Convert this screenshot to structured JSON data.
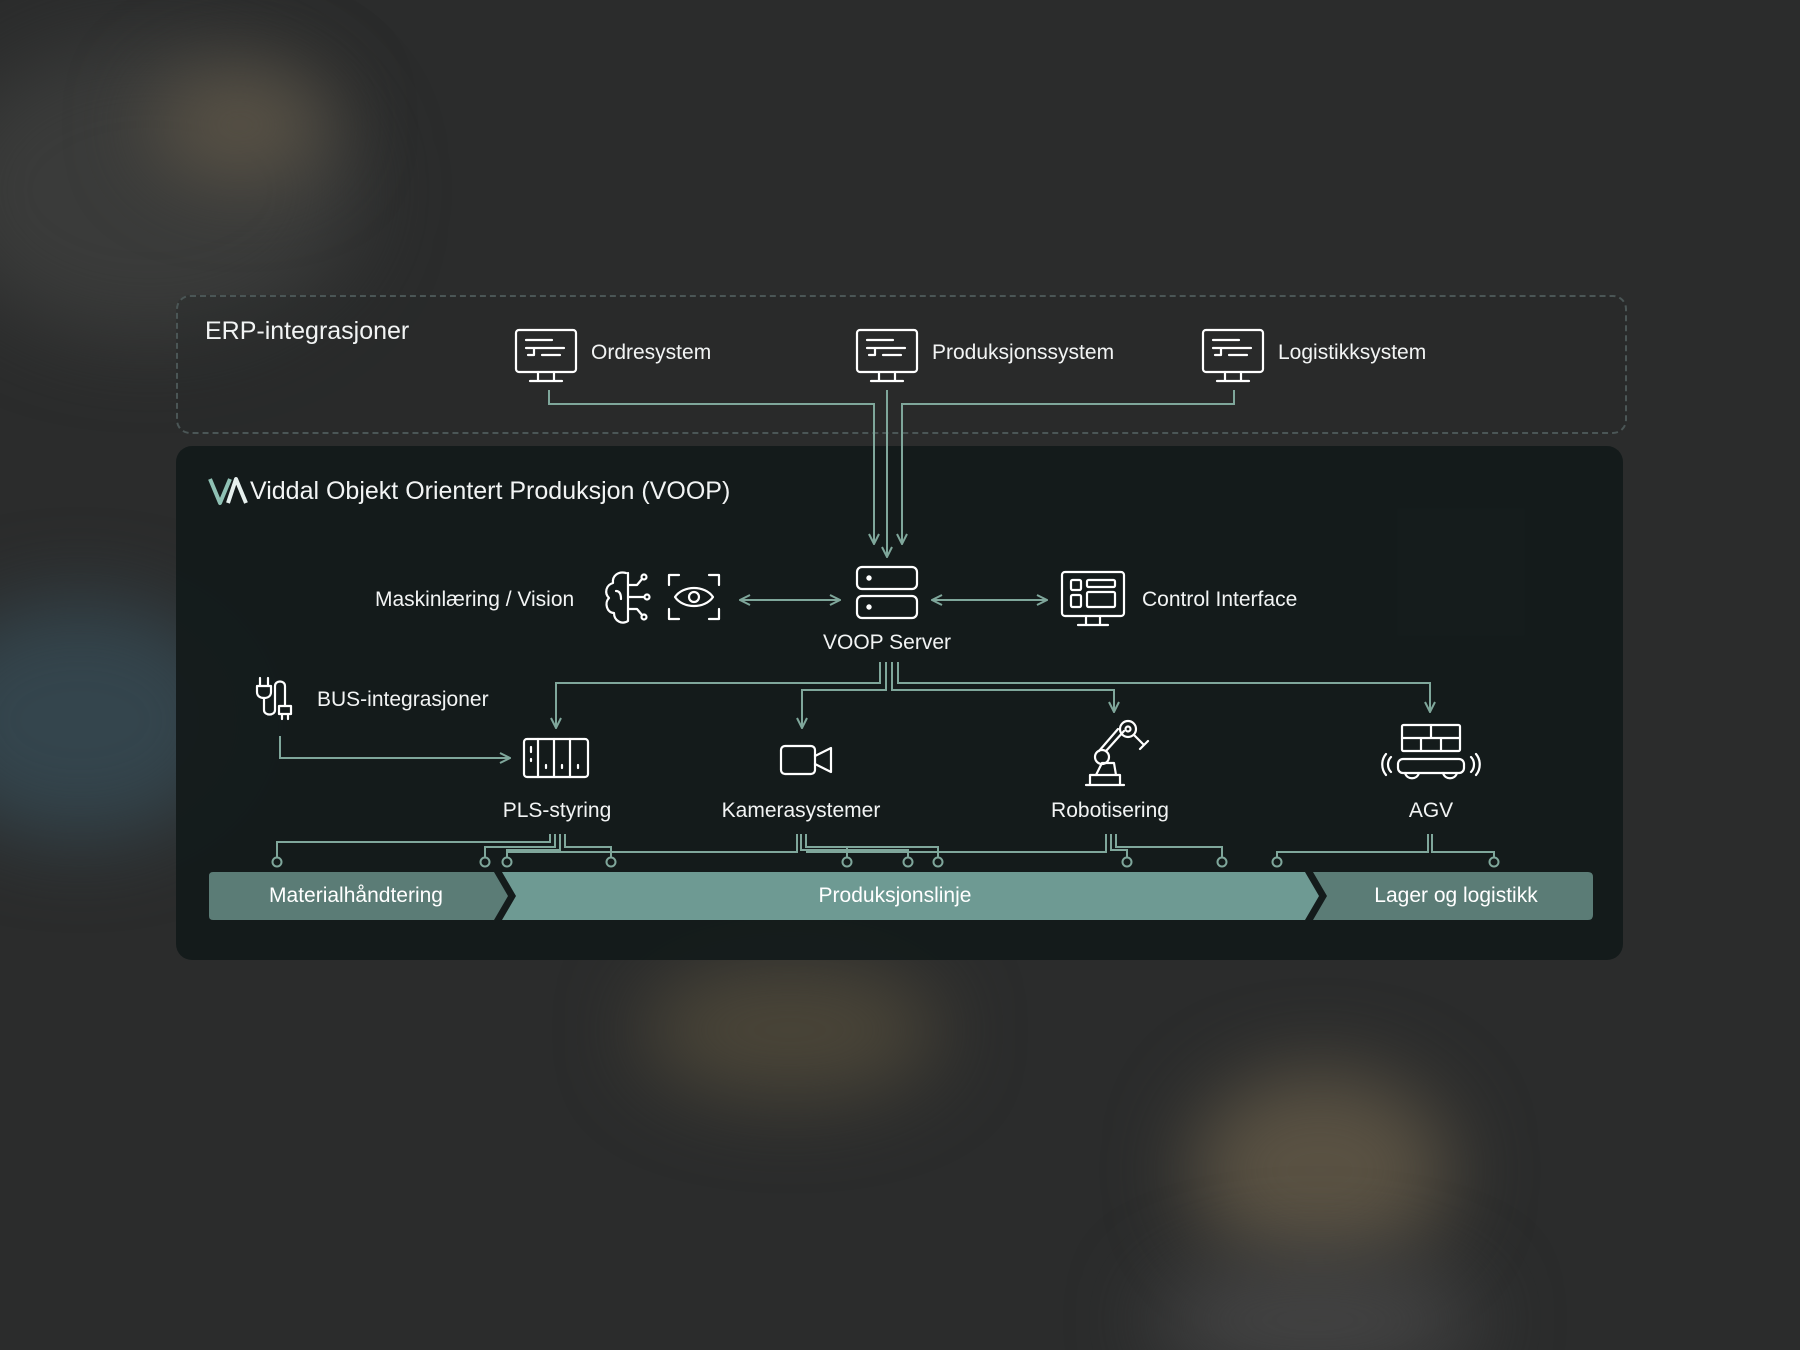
{
  "erp": {
    "title": "ERP-integrasjoner",
    "systems": [
      {
        "label": "Ordresystem",
        "icon": "monitor-icon"
      },
      {
        "label": "Produksjonssystem",
        "icon": "monitor-icon"
      },
      {
        "label": "Logistikksystem",
        "icon": "monitor-icon"
      }
    ]
  },
  "voop": {
    "logo_text": "VA",
    "title": "Viddal Objekt Orientert Produksjon (VOOP)",
    "server_label": "VOOP Server",
    "ml_label": "Maskinlæring / Vision",
    "control_label": "Control Interface",
    "bus_label": "BUS-integrasjoner",
    "nodes": [
      {
        "label": "PLS-styring",
        "icon": "plc-icon"
      },
      {
        "label": "Kamerasystemer",
        "icon": "camera-icon"
      },
      {
        "label": "Robotisering",
        "icon": "robot-arm-icon"
      },
      {
        "label": "AGV",
        "icon": "agv-icon"
      }
    ],
    "stages": [
      "Materialhåndtering",
      "Produksjonslinje",
      "Lager og logistikk"
    ]
  },
  "colors": {
    "background": "#2b2c2c",
    "panel": "#141b1b",
    "connector": "#7fa79b",
    "band_side": "#5b7c76",
    "band_main": "#6e9a93",
    "logo_accent": "#8fc1b4"
  }
}
